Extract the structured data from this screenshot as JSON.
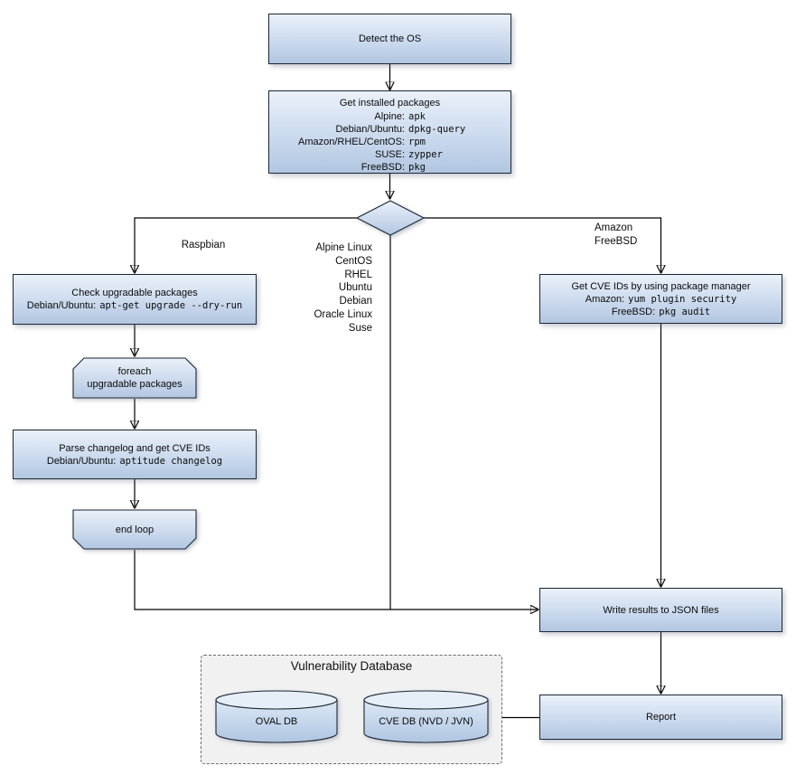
{
  "diagram": {
    "detect_os": "Detect the OS",
    "get_installed": {
      "title": "Get installed packages",
      "rows": [
        {
          "k": "Alpine:",
          "v": "apk"
        },
        {
          "k": "Debian/Ubuntu:",
          "v": "dpkg-query"
        },
        {
          "k": "Amazon/RHEL/CentOS:",
          "v": "rpm"
        },
        {
          "k": "SUSE:",
          "v": "zypper"
        },
        {
          "k": "FreeBSD:",
          "v": "pkg"
        }
      ]
    },
    "branches": {
      "left_label": "Raspbian",
      "middle_labels": [
        "Alpine Linux",
        "CentOS",
        "RHEL",
        "Ubuntu",
        "Debian",
        "Oracle Linux",
        "Suse"
      ],
      "right_labels": [
        "Amazon",
        "FreeBSD"
      ]
    },
    "check_upgradable": {
      "title": "Check upgradable packages",
      "k": "Debian/Ubuntu:",
      "v": "apt-get upgrade --dry-run"
    },
    "foreach_loop": {
      "line1": "foreach",
      "line2": "upgradable packages"
    },
    "parse_changelog": {
      "title": "Parse changelog and get CVE IDs",
      "k": "Debian/Ubuntu:",
      "v": "aptitude changelog"
    },
    "end_loop": "end loop",
    "get_cve": {
      "title": "Get CVE IDs by using package manager",
      "rows": [
        {
          "k": "Amazon:",
          "v": "yum plugin security"
        },
        {
          "k": "FreeBSD:",
          "v": "pkg audit"
        }
      ]
    },
    "write_results": "Write results to JSON files",
    "report": "Report",
    "vuln_db": {
      "title": "Vulnerability Database",
      "oval_db": "OVAL DB",
      "cve_db": "CVE DB (NVD / JVN)"
    }
  },
  "colors": {
    "node_fill_top": "#eaf1fa",
    "node_fill_bottom": "#b2c6e1",
    "node_border": "#1c2733",
    "connector": "#000000",
    "db_panel_bg": "#f1f1f2",
    "db_panel_border": "#6b6b6b"
  }
}
